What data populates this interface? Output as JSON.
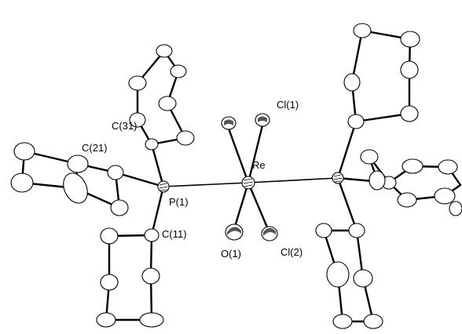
{
  "labels": {
    "re": "Re",
    "cl1": "Cl(1)",
    "cl2": "Cl(2)",
    "o1": "O(1)",
    "p1": "P(1)",
    "c11": "C(11)",
    "c21": "C(21)",
    "c31": "C(31)"
  }
}
